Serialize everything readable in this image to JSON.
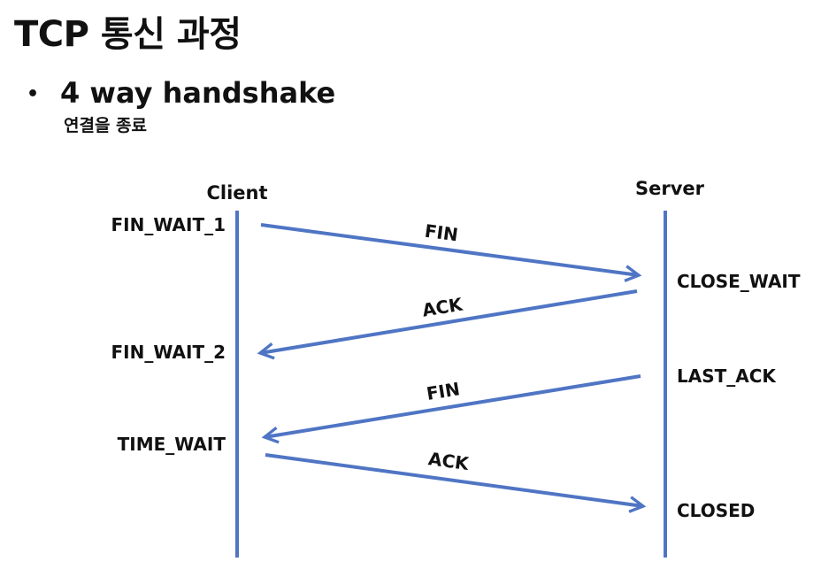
{
  "title": "TCP 통신 과정",
  "bullet": {
    "marker": "•",
    "text": "4 way handshake",
    "subtext": "연결을 종료"
  },
  "colors": {
    "line": "#4f75c4",
    "text": "#111111"
  },
  "diagram": {
    "client_label": "Client",
    "server_label": "Server",
    "client_states": [
      "FIN_WAIT_1",
      "FIN_WAIT_2",
      "TIME_WAIT"
    ],
    "server_states": [
      "CLOSE_WAIT",
      "LAST_ACK",
      "CLOSED"
    ],
    "messages": [
      {
        "label": "FIN",
        "direction": "client-to-server"
      },
      {
        "label": "ACK",
        "direction": "server-to-client"
      },
      {
        "label": "FIN",
        "direction": "server-to-client"
      },
      {
        "label": "ACK",
        "direction": "client-to-server"
      }
    ]
  }
}
